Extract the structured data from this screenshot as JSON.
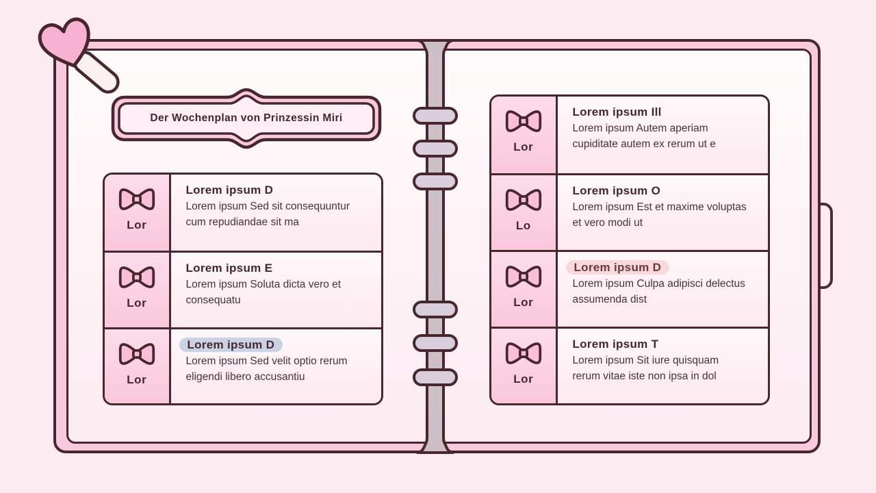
{
  "banner": {
    "title": "Der Wochenplan von Prinzessin Miri"
  },
  "left_page": {
    "items": [
      {
        "label": "Lor",
        "title": "Lorem ipsum D",
        "body": "Lorem ipsum Sed sit consequuntur cum repudiandae sit ma",
        "highlight": "none"
      },
      {
        "label": "Lor",
        "title": "Lorem ipsum E",
        "body": "Lorem ipsum Soluta dicta vero et consequatu",
        "highlight": "none"
      },
      {
        "label": "Lor",
        "title": "Lorem ipsum D",
        "body": "Lorem ipsum Sed velit optio rerum eligendi libero accusantiu",
        "highlight": "blue"
      }
    ]
  },
  "right_page": {
    "items": [
      {
        "label": "Lor",
        "title": "Lorem ipsum Ill",
        "body": "Lorem ipsum Autem aperiam cupiditate autem ex rerum ut e",
        "highlight": "none"
      },
      {
        "label": "Lo",
        "title": "Lorem ipsum O",
        "body": "Lorem ipsum Est et maxime voluptas et vero modi ut",
        "highlight": "none"
      },
      {
        "label": "Lor",
        "title": "Lorem ipsum D",
        "body": "Lorem ipsum Culpa adipisci delectus assumenda dist",
        "highlight": "pink"
      },
      {
        "label": "Lor",
        "title": "Lorem ipsum T",
        "body": "Lorem ipsum Sit iure quisquam rerum vitae iste non ipsa in dol",
        "highlight": "none"
      }
    ]
  },
  "icons": {
    "row_icon": "bow-icon",
    "corner_decoration": "heart-clip-icon"
  },
  "colors": {
    "background": "#fdebf2",
    "cover_pink": "#f9cadd",
    "page": "#fdf5f7",
    "outline": "#47262e",
    "cell_pink": "#fbd2e2",
    "spine": "#ccbfc7",
    "ring": "#d9cedb",
    "heart": "#f8b2d1",
    "highlight_blue": "#c9d3e4",
    "highlight_pink": "#f9d9dc"
  }
}
